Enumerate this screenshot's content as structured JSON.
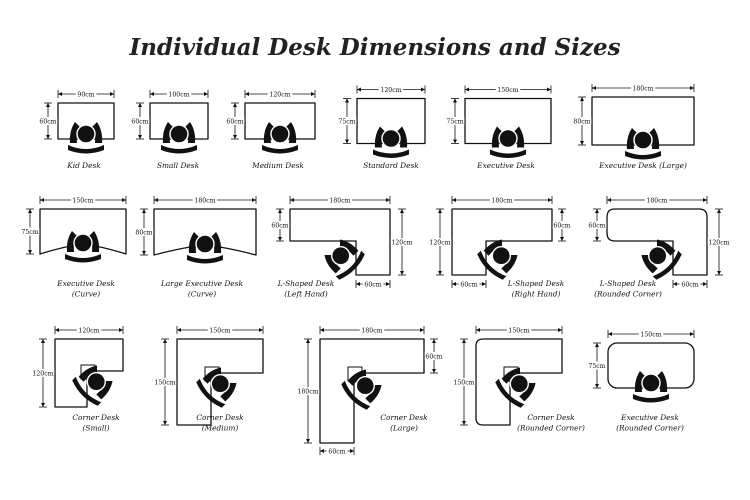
{
  "title": "Individual Desk Dimensions and Sizes",
  "colors": {
    "ink": "#111111",
    "paper": "#ffffff"
  },
  "icons": {
    "person": "person-top-view-icon"
  },
  "desks": [
    {
      "id": "kid",
      "label": [
        "Kid Desk"
      ],
      "shape": "rect",
      "width": "90cm",
      "depth": "60cm"
    },
    {
      "id": "small",
      "label": [
        "Small Desk"
      ],
      "shape": "rect",
      "width": "100cm",
      "depth": "60cm"
    },
    {
      "id": "medium",
      "label": [
        "Medium Desk"
      ],
      "shape": "rect",
      "width": "120cm",
      "depth": "60cm"
    },
    {
      "id": "standard",
      "label": [
        "Standard Desk"
      ],
      "shape": "rect",
      "width": "120cm",
      "depth": "75cm"
    },
    {
      "id": "executive",
      "label": [
        "Executive Desk"
      ],
      "shape": "rect",
      "width": "150cm",
      "depth": "75cm"
    },
    {
      "id": "executive-large",
      "label": [
        "Executive Desk (Large)"
      ],
      "shape": "rect",
      "width": "180cm",
      "depth": "80cm"
    },
    {
      "id": "executive-curve",
      "label": [
        "Executive Desk",
        "(Curve)"
      ],
      "shape": "curve",
      "width": "150cm",
      "depth": "75cm"
    },
    {
      "id": "large-executive-curve",
      "label": [
        "Large Executive Desk",
        "(Curve)"
      ],
      "shape": "curve",
      "width": "180cm",
      "depth": "80cm"
    },
    {
      "id": "l-left",
      "label": [
        "L-Shaped Desk",
        "(Left Hand)"
      ],
      "shape": "l-left",
      "width": "180cm",
      "depth": "60cm",
      "side": "120cm",
      "leg": "60cm"
    },
    {
      "id": "l-right",
      "label": [
        "L-Shaped Desk",
        "(Right Hand)"
      ],
      "shape": "l-right",
      "width": "180cm",
      "depth": "60cm",
      "side": "120cm",
      "leg": "60cm"
    },
    {
      "id": "l-rounded",
      "label": [
        "L-Shaped Desk",
        "(Rounded Corner)"
      ],
      "shape": "l-rounded",
      "width": "180cm",
      "depth": "60cm",
      "side": "120cm",
      "leg": "60cm"
    },
    {
      "id": "corner-small",
      "label": [
        "Corner Desk",
        "(Small)"
      ],
      "shape": "corner",
      "width": "120cm",
      "side": "120cm"
    },
    {
      "id": "corner-medium",
      "label": [
        "Corner Desk",
        "(Medium)"
      ],
      "shape": "corner",
      "width": "150cm",
      "side": "150cm"
    },
    {
      "id": "corner-large",
      "label": [
        "Corner Desk",
        "(Large)"
      ],
      "shape": "corner-large",
      "width": "180cm",
      "side": "180cm",
      "depth": "60cm",
      "leg": "60cm"
    },
    {
      "id": "corner-rounded",
      "label": [
        "Corner Desk",
        "(Rounded Corner)"
      ],
      "shape": "corner-rounded",
      "width": "150cm",
      "side": "150cm"
    },
    {
      "id": "executive-rounded",
      "label": [
        "Executive Desk",
        "(Rounded Corner)"
      ],
      "shape": "rounded",
      "width": "150cm",
      "depth": "75cm"
    }
  ]
}
